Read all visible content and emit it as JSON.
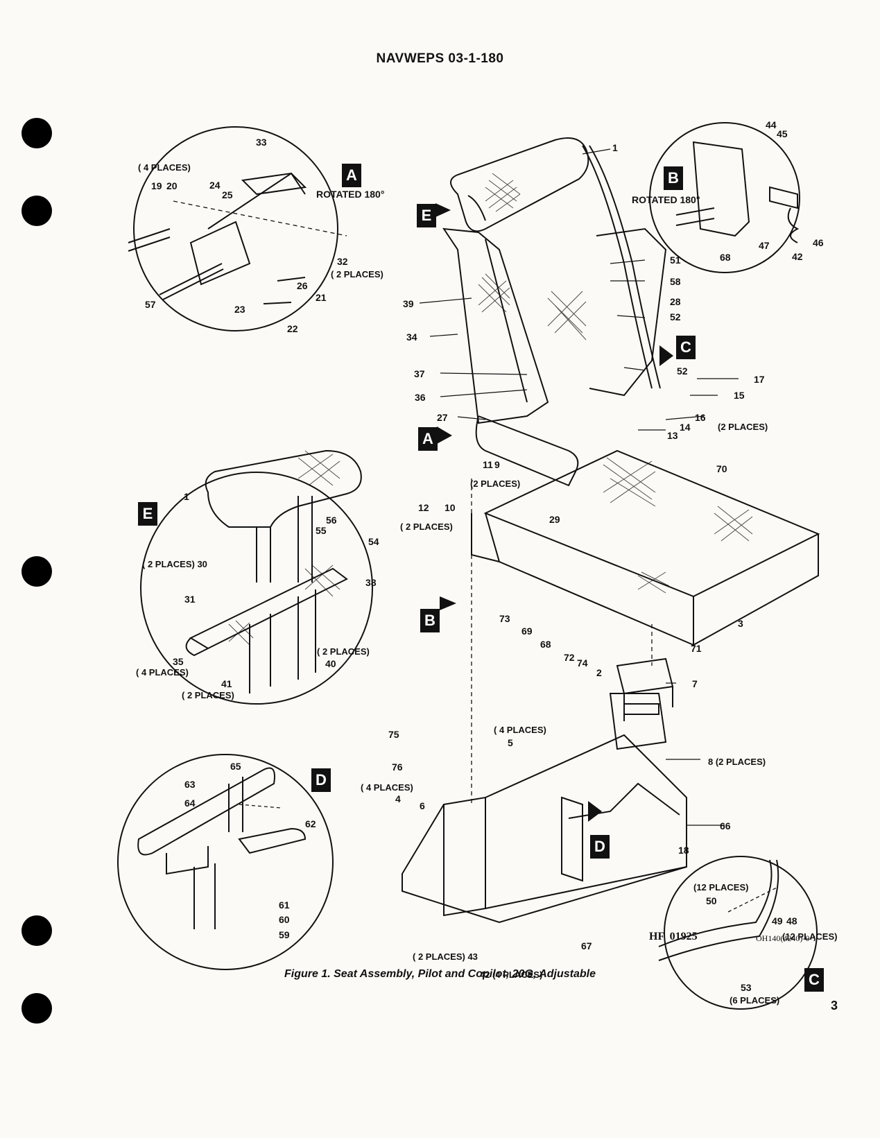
{
  "header": {
    "doc_number": "NAVWEPS 03-1-180"
  },
  "figure": {
    "caption": "Figure 1. Seat Assembly, Pilot and Copilot, 20G, Adjustable",
    "page_number": "3",
    "codes": {
      "main": "HF  01925",
      "sub": "OH140(4240)-0-1"
    }
  },
  "callouts": {
    "a": "A",
    "b": "B",
    "c": "C",
    "d": "D",
    "e": "E"
  },
  "notes": {
    "rotated": "ROTATED 180°"
  },
  "places": {
    "p2": "(2 PLACES)",
    "p2s": "( 2 PLACES)",
    "p4s": "( 4 PLACES)",
    "p4": "(4 PLACES)",
    "p6": "(6 PLACES)",
    "p12": "(12 PLACES)",
    "p2_30": "( 2 PLACES) 30",
    "p2_43": "( 2 PLACES) 43",
    "p4_8": "8 (2 PLACES)",
    "p4_42": "42 (4 PLACES)"
  },
  "labels": {
    "n1": "1",
    "n2": "2",
    "n3": "3",
    "n4": "4",
    "n5": "5",
    "n6": "6",
    "n7": "7",
    "n9": "9",
    "n10": "10",
    "n11": "11",
    "n12": "12",
    "n13": "13",
    "n14": "14",
    "n15": "15",
    "n16": "16",
    "n17": "17",
    "n18": "18",
    "n19": "19",
    "n20": "20",
    "n21": "21",
    "n22": "22",
    "n23": "23",
    "n24": "24",
    "n25": "25",
    "n26": "26",
    "n27": "27",
    "n28": "28",
    "n29": "29",
    "n31": "31",
    "n32": "32",
    "n33": "33",
    "n34": "34",
    "n35": "35",
    "n36": "36",
    "n37": "37",
    "n38": "38",
    "n39": "39",
    "n40": "40",
    "n41": "41",
    "n42": "42",
    "n44": "44",
    "n45": "45",
    "n46": "46",
    "n47": "47",
    "n48": "48",
    "n49": "49",
    "n50": "50",
    "n51": "51",
    "n52": "52",
    "n53": "53",
    "n54": "54",
    "n55": "55",
    "n56": "56",
    "n57": "57",
    "n58": "58",
    "n59": "59",
    "n60": "60",
    "n61": "61",
    "n62": "62",
    "n63": "63",
    "n64": "64",
    "n65": "65",
    "n66": "66",
    "n67": "67",
    "n68": "68",
    "n69": "69",
    "n70": "70",
    "n71": "71",
    "n72": "72",
    "n73": "73",
    "n74": "74",
    "n75": "75",
    "n76": "76"
  }
}
